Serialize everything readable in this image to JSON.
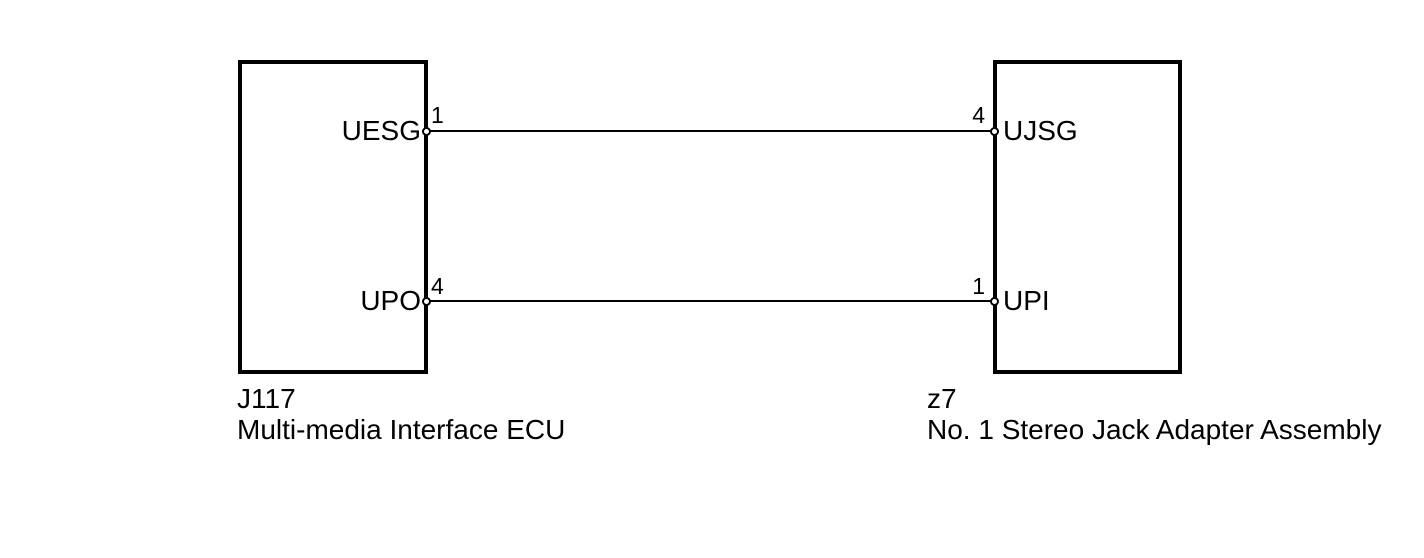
{
  "diagram": {
    "type": "wiring-connector-diagram",
    "background_color": "#ffffff",
    "line_color": "#000000",
    "components": [
      {
        "id": "J117",
        "name": "Multi-media Interface ECU",
        "side": "left",
        "pins": [
          {
            "number": "1",
            "label": "UESG"
          },
          {
            "number": "4",
            "label": "UPO"
          }
        ]
      },
      {
        "id": "z7",
        "name": "No. 1 Stereo Jack Adapter Assembly",
        "side": "right",
        "pins": [
          {
            "number": "4",
            "label": "UJSG"
          },
          {
            "number": "1",
            "label": "UPI"
          }
        ]
      }
    ],
    "wires": [
      {
        "from": "J117 pin 1 UESG",
        "to": "z7 pin 4 UJSG"
      },
      {
        "from": "J117 pin 4 UPO",
        "to": "z7 pin 1 UPI"
      }
    ]
  }
}
